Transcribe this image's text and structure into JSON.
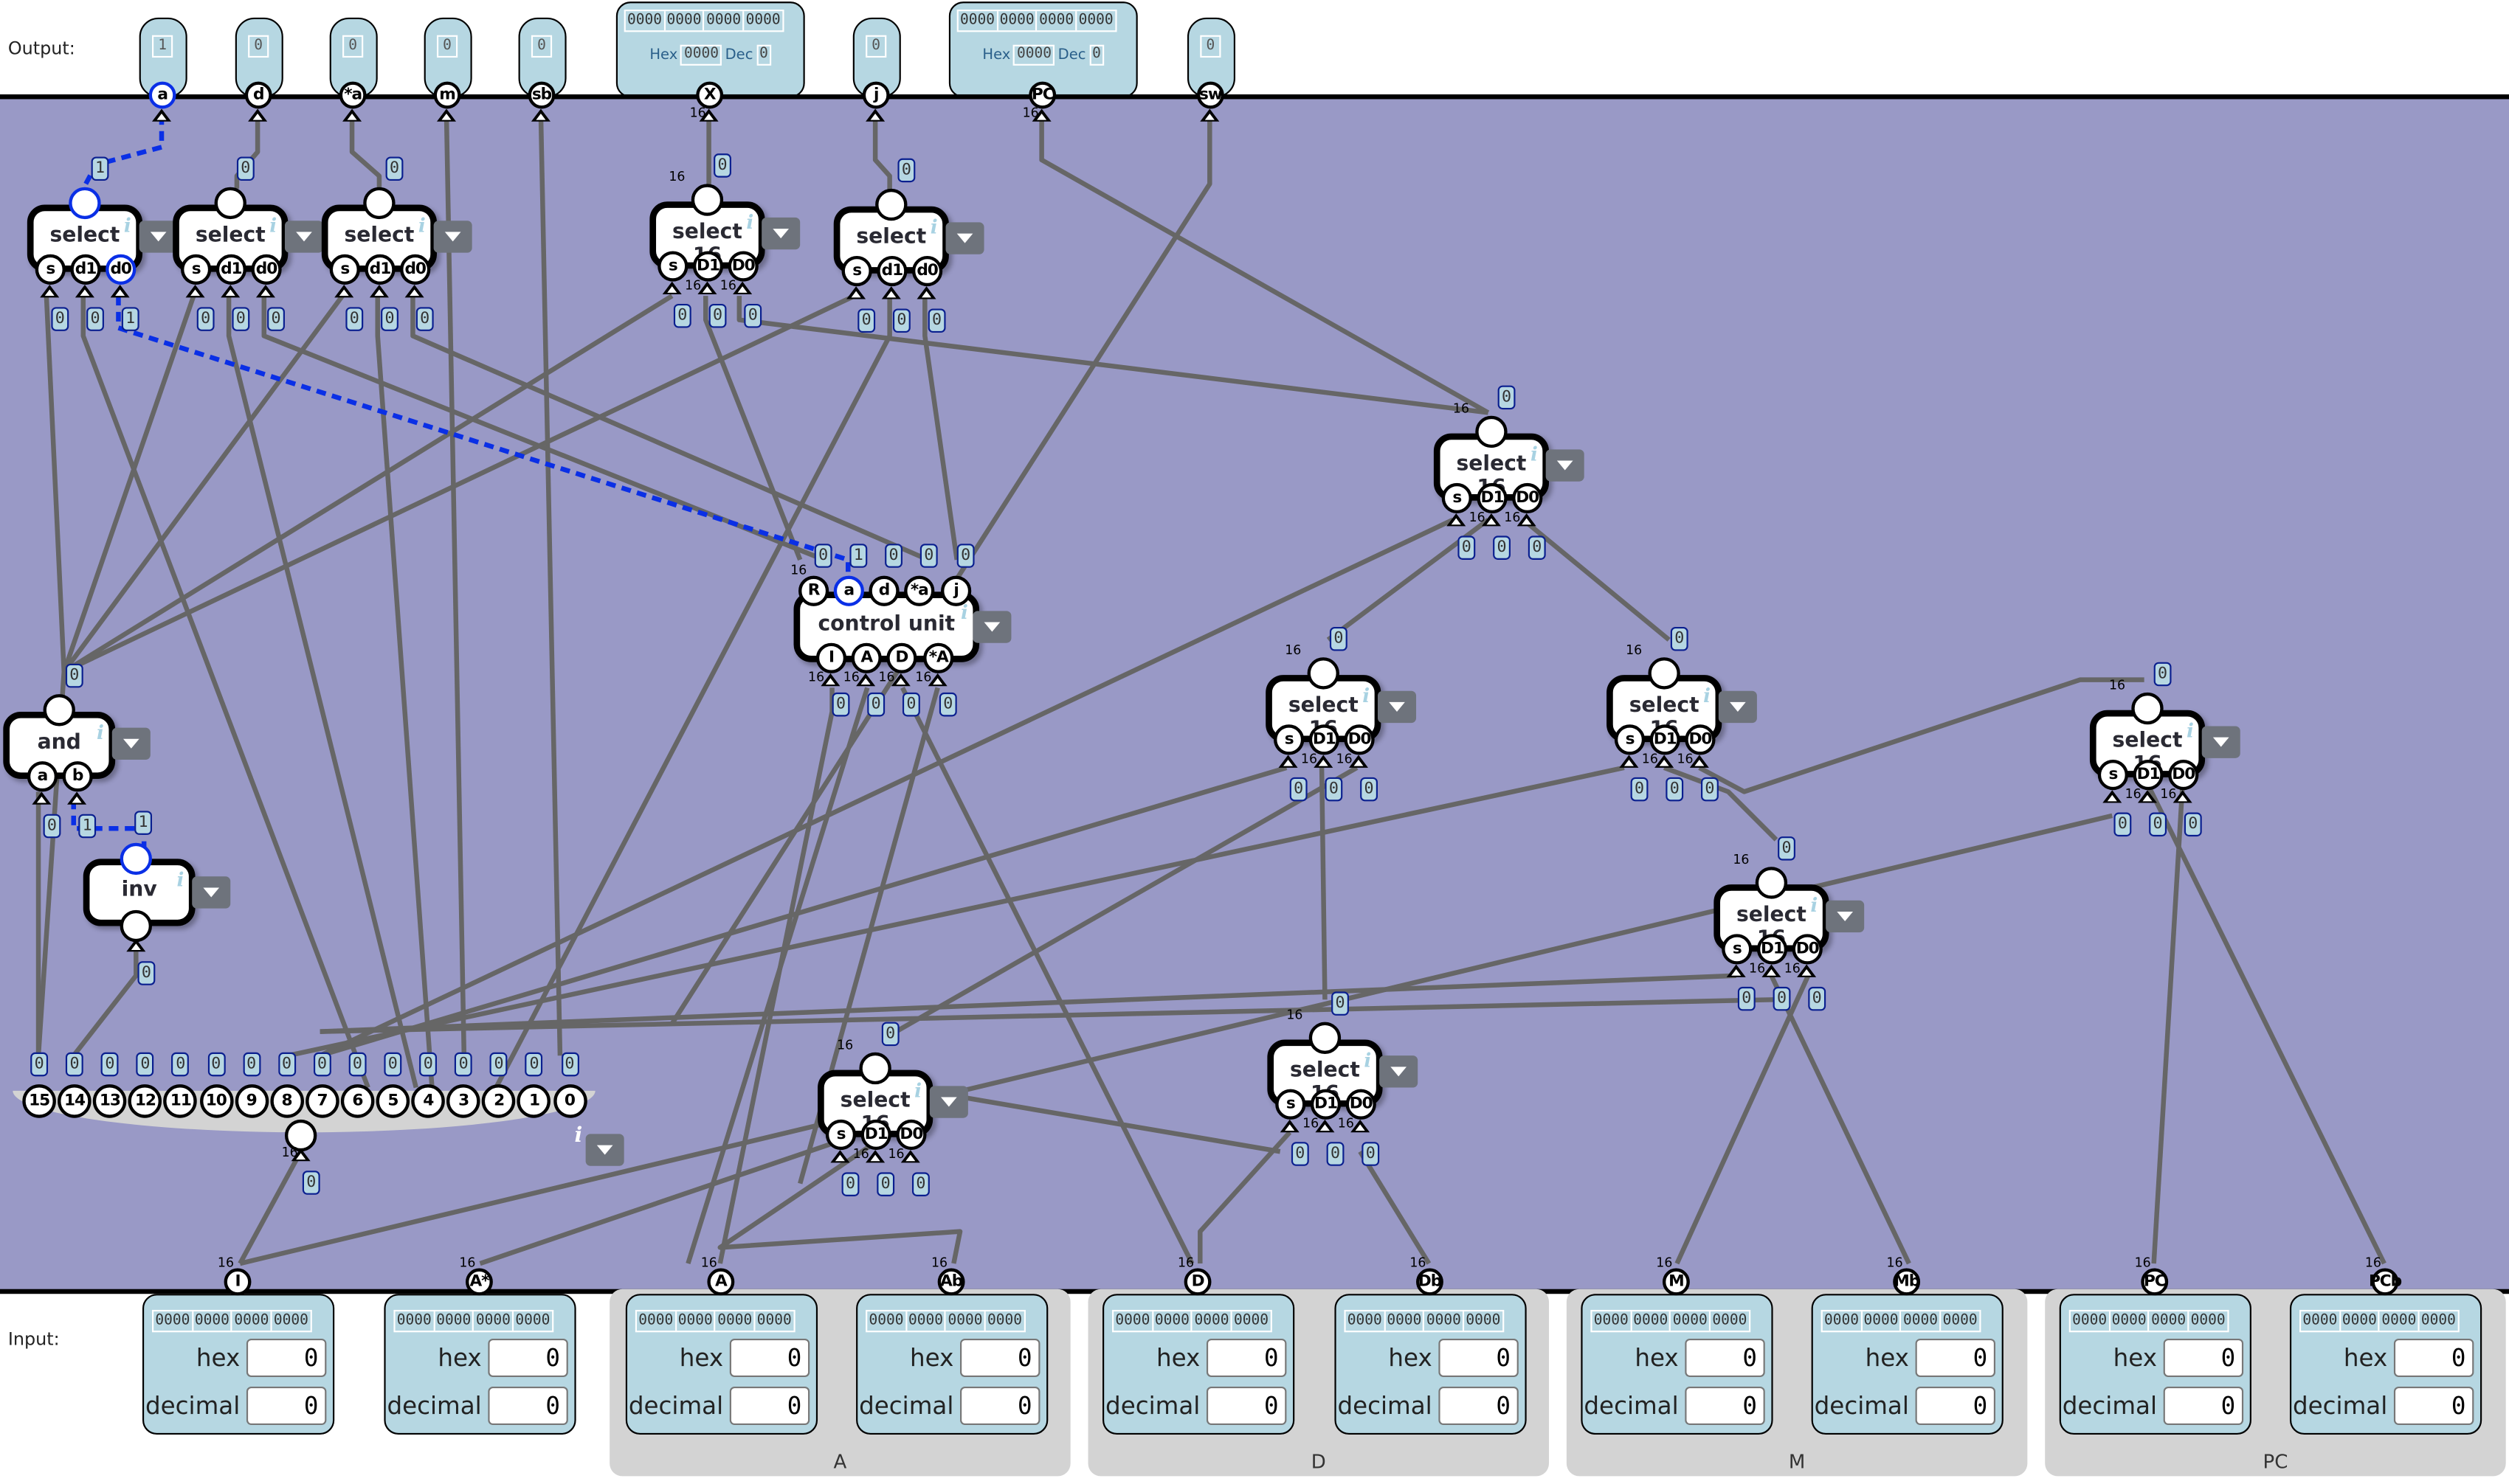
{
  "labels": {
    "output": "Output:",
    "input": "Input:"
  },
  "colors": {
    "board": "#9999c6",
    "wire": "#666666",
    "wire_active": "#0a2fe6",
    "value_box": "#b6d7e2"
  },
  "outputs": [
    {
      "pin": "a",
      "value": "1",
      "active": true
    },
    {
      "pin": "d",
      "value": "0"
    },
    {
      "pin": "*a",
      "value": "0"
    },
    {
      "pin": "m",
      "value": "0"
    },
    {
      "pin": "sb",
      "value": "0"
    },
    {
      "pin": "X",
      "bits": [
        "0000",
        "0000",
        "0000",
        "0000"
      ],
      "hex": "0000",
      "dec": "0",
      "width": "16"
    },
    {
      "pin": "j",
      "value": "0"
    },
    {
      "pin": "PC",
      "bits": [
        "0000",
        "0000",
        "0000",
        "0000"
      ],
      "hex": "0000",
      "dec": "0",
      "width": "16"
    },
    {
      "pin": "sw",
      "value": "0"
    }
  ],
  "hex_label": "Hex",
  "dec_label": "Dec",
  "gates": {
    "select_a": {
      "title": "select",
      "inputs": [
        "s",
        "d1",
        "d0"
      ],
      "in_values": [
        "0",
        "0",
        "1"
      ],
      "out_value": "1"
    },
    "select_d": {
      "title": "select",
      "inputs": [
        "s",
        "d1",
        "d0"
      ],
      "in_values": [
        "0",
        "0",
        "0"
      ],
      "out_value": "0"
    },
    "select_sa": {
      "title": "select",
      "inputs": [
        "s",
        "d1",
        "d0"
      ],
      "in_values": [
        "0",
        "0",
        "0"
      ],
      "out_value": "0"
    },
    "select16_x": {
      "title": "select 16",
      "inputs": [
        "s",
        "D1",
        "D0"
      ],
      "in_values": [
        "0",
        "0",
        "0"
      ],
      "out_value": "0"
    },
    "select_j": {
      "title": "select",
      "inputs": [
        "s",
        "d1",
        "d0"
      ],
      "in_values": [
        "0",
        "0",
        "0"
      ],
      "out_value": "0"
    },
    "select16_pc": {
      "title": "select 16",
      "inputs": [
        "s",
        "D1",
        "D0"
      ],
      "in_values": [
        "0",
        "0",
        "0"
      ],
      "out_value": "0"
    },
    "control_unit": {
      "title": "control unit",
      "outputs": [
        "R",
        "a",
        "d",
        "*a",
        "j"
      ],
      "out_values": [
        "0",
        "1",
        "0",
        "0",
        "0"
      ],
      "inputs": [
        "I",
        "A",
        "D",
        "*A"
      ],
      "in_values": [
        "0",
        "0",
        "0",
        "0"
      ]
    },
    "and": {
      "title": "and",
      "inputs": [
        "a",
        "b"
      ],
      "in_values": [
        "0",
        "1"
      ],
      "out_value": "0"
    },
    "inv": {
      "title": "inv",
      "in_value": "0",
      "out_value": "1"
    },
    "select16_m1": {
      "title": "select 16",
      "inputs": [
        "s",
        "D1",
        "D0"
      ],
      "in_values": [
        "0",
        "0",
        "0"
      ],
      "out_value": "0"
    },
    "select16_m2": {
      "title": "select 16",
      "inputs": [
        "s",
        "D1",
        "D0"
      ],
      "in_values": [
        "0",
        "0",
        "0"
      ],
      "out_value": "0"
    },
    "select16_m3": {
      "title": "select 16",
      "inputs": [
        "s",
        "D1",
        "D0"
      ],
      "in_values": [
        "0",
        "0",
        "0"
      ],
      "out_value": "0"
    },
    "select16_m4": {
      "title": "select 16",
      "inputs": [
        "s",
        "D1",
        "D0"
      ],
      "in_values": [
        "0",
        "0",
        "0"
      ],
      "out_value": "0"
    },
    "select16_m5": {
      "title": "select 16",
      "inputs": [
        "s",
        "D1",
        "D0"
      ],
      "in_values": [
        "0",
        "0",
        "0"
      ],
      "out_value": "0"
    },
    "select16_a": {
      "title": "select 16",
      "inputs": [
        "s",
        "D1",
        "D0"
      ],
      "in_values": [
        "0",
        "0",
        "0"
      ],
      "out_value": "0"
    }
  },
  "splitter": {
    "bits": [
      "15",
      "14",
      "13",
      "12",
      "11",
      "10",
      "9",
      "8",
      "7",
      "6",
      "5",
      "4",
      "3",
      "2",
      "1",
      "0"
    ],
    "values": [
      "0",
      "0",
      "0",
      "0",
      "0",
      "0",
      "0",
      "0",
      "0",
      "0",
      "0",
      "0",
      "0",
      "0",
      "0",
      "0"
    ],
    "in_value": "0",
    "width": "16"
  },
  "inputs": [
    {
      "pin": "I",
      "bits": [
        "0000",
        "0000",
        "0000",
        "0000"
      ],
      "hex": "0",
      "decimal": "0"
    },
    {
      "pin": "A*",
      "bits": [
        "0000",
        "0000",
        "0000",
        "0000"
      ],
      "hex": "0",
      "decimal": "0"
    },
    {
      "pin": "A",
      "bits": [
        "0000",
        "0000",
        "0000",
        "0000"
      ],
      "hex": "0",
      "decimal": "0"
    },
    {
      "pin": "Ab",
      "bits": [
        "0000",
        "0000",
        "0000",
        "0000"
      ],
      "hex": "0",
      "decimal": "0"
    },
    {
      "pin": "D",
      "bits": [
        "0000",
        "0000",
        "0000",
        "0000"
      ],
      "hex": "0",
      "decimal": "0"
    },
    {
      "pin": "Db",
      "bits": [
        "0000",
        "0000",
        "0000",
        "0000"
      ],
      "hex": "0",
      "decimal": "0"
    },
    {
      "pin": "M",
      "bits": [
        "0000",
        "0000",
        "0000",
        "0000"
      ],
      "hex": "0",
      "decimal": "0"
    },
    {
      "pin": "Mb",
      "bits": [
        "0000",
        "0000",
        "0000",
        "0000"
      ],
      "hex": "0",
      "decimal": "0"
    },
    {
      "pin": "PC",
      "bits": [
        "0000",
        "0000",
        "0000",
        "0000"
      ],
      "hex": "0",
      "decimal": "0"
    },
    {
      "pin": "PCb",
      "bits": [
        "0000",
        "0000",
        "0000",
        "0000"
      ],
      "hex": "0",
      "decimal": "0"
    }
  ],
  "input_field_labels": {
    "hex": "hex",
    "decimal": "decimal"
  },
  "groups": [
    "A",
    "D",
    "M",
    "PC"
  ],
  "bus_width": "16"
}
